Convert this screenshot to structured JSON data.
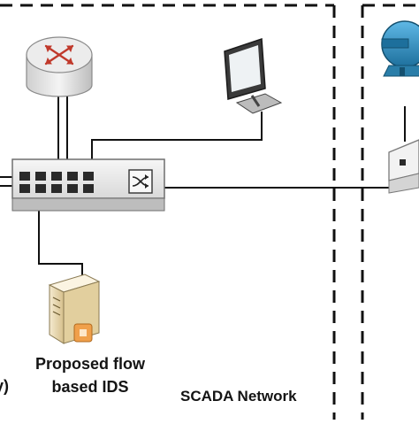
{
  "labels": {
    "ids_line1": "Proposed flow",
    "ids_line2": "based IDS",
    "scada_network": "SCADA Network",
    "left_partial": "y)"
  },
  "icons": {
    "router": "router-icon",
    "monitor": "monitor-icon",
    "switch": "network-switch-icon",
    "server": "server-icon",
    "pump": "pump-icon",
    "plc": "plc-device-icon"
  },
  "colors": {
    "router_top": "#e8e8e8",
    "router_arrows": "#c0392b",
    "pump": "#2a8bbf",
    "server_body": "#e9d9b0",
    "line": "#111111"
  }
}
